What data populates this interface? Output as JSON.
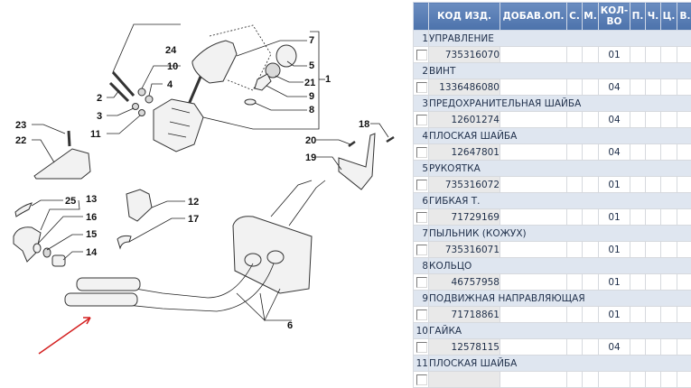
{
  "diagram": {
    "callouts": [
      "1",
      "2",
      "3",
      "4",
      "5",
      "6",
      "7",
      "8",
      "9",
      "10",
      "11",
      "12",
      "13",
      "14",
      "15",
      "16",
      "17",
      "18",
      "19",
      "20",
      "21",
      "22",
      "23",
      "24",
      "25"
    ],
    "arrow_color": "#d42020"
  },
  "table": {
    "headers": {
      "code": "КОД ИЗД.",
      "option": "ДОБАВ.ОП.",
      "s": "С.",
      "m": "М.",
      "qty_line1": "КОЛ-",
      "qty_line2": "ВО",
      "p": "П.",
      "ch": "Ч.",
      "c": "Ц.",
      "v": "В."
    },
    "header_color": "#5a7fb5",
    "groups": [
      {
        "num": "1",
        "name": "УПРАВЛЕНИЕ",
        "code": "735316070",
        "qty": "01"
      },
      {
        "num": "2",
        "name": "ВИНТ",
        "code": "1336486080",
        "qty": "04"
      },
      {
        "num": "3",
        "name": "ПРЕДОХРАНИТЕЛЬНАЯ ШАЙБА",
        "code": "12601274",
        "qty": "04"
      },
      {
        "num": "4",
        "name": "ПЛОСКАЯ ШАЙБА",
        "code": "12647801",
        "qty": "04"
      },
      {
        "num": "5",
        "name": "РУКОЯТКА",
        "code": "735316072",
        "qty": "01"
      },
      {
        "num": "6",
        "name": "ГИБКАЯ Т.",
        "code": "71729169",
        "qty": "01"
      },
      {
        "num": "7",
        "name": "ПЫЛЬНИК (КОЖУХ)",
        "code": "735316071",
        "qty": "01"
      },
      {
        "num": "8",
        "name": "КОЛЬЦО",
        "code": "46757958",
        "qty": "01"
      },
      {
        "num": "9",
        "name": "ПОДВИЖНАЯ НАПРАВЛЯЮЩАЯ",
        "code": "71718861",
        "qty": "01"
      },
      {
        "num": "10",
        "name": "ГАЙКА",
        "code": "12578115",
        "qty": "04"
      },
      {
        "num": "11",
        "name": "ПЛОСКАЯ ШАЙБА",
        "code": "",
        "qty": ""
      }
    ]
  }
}
